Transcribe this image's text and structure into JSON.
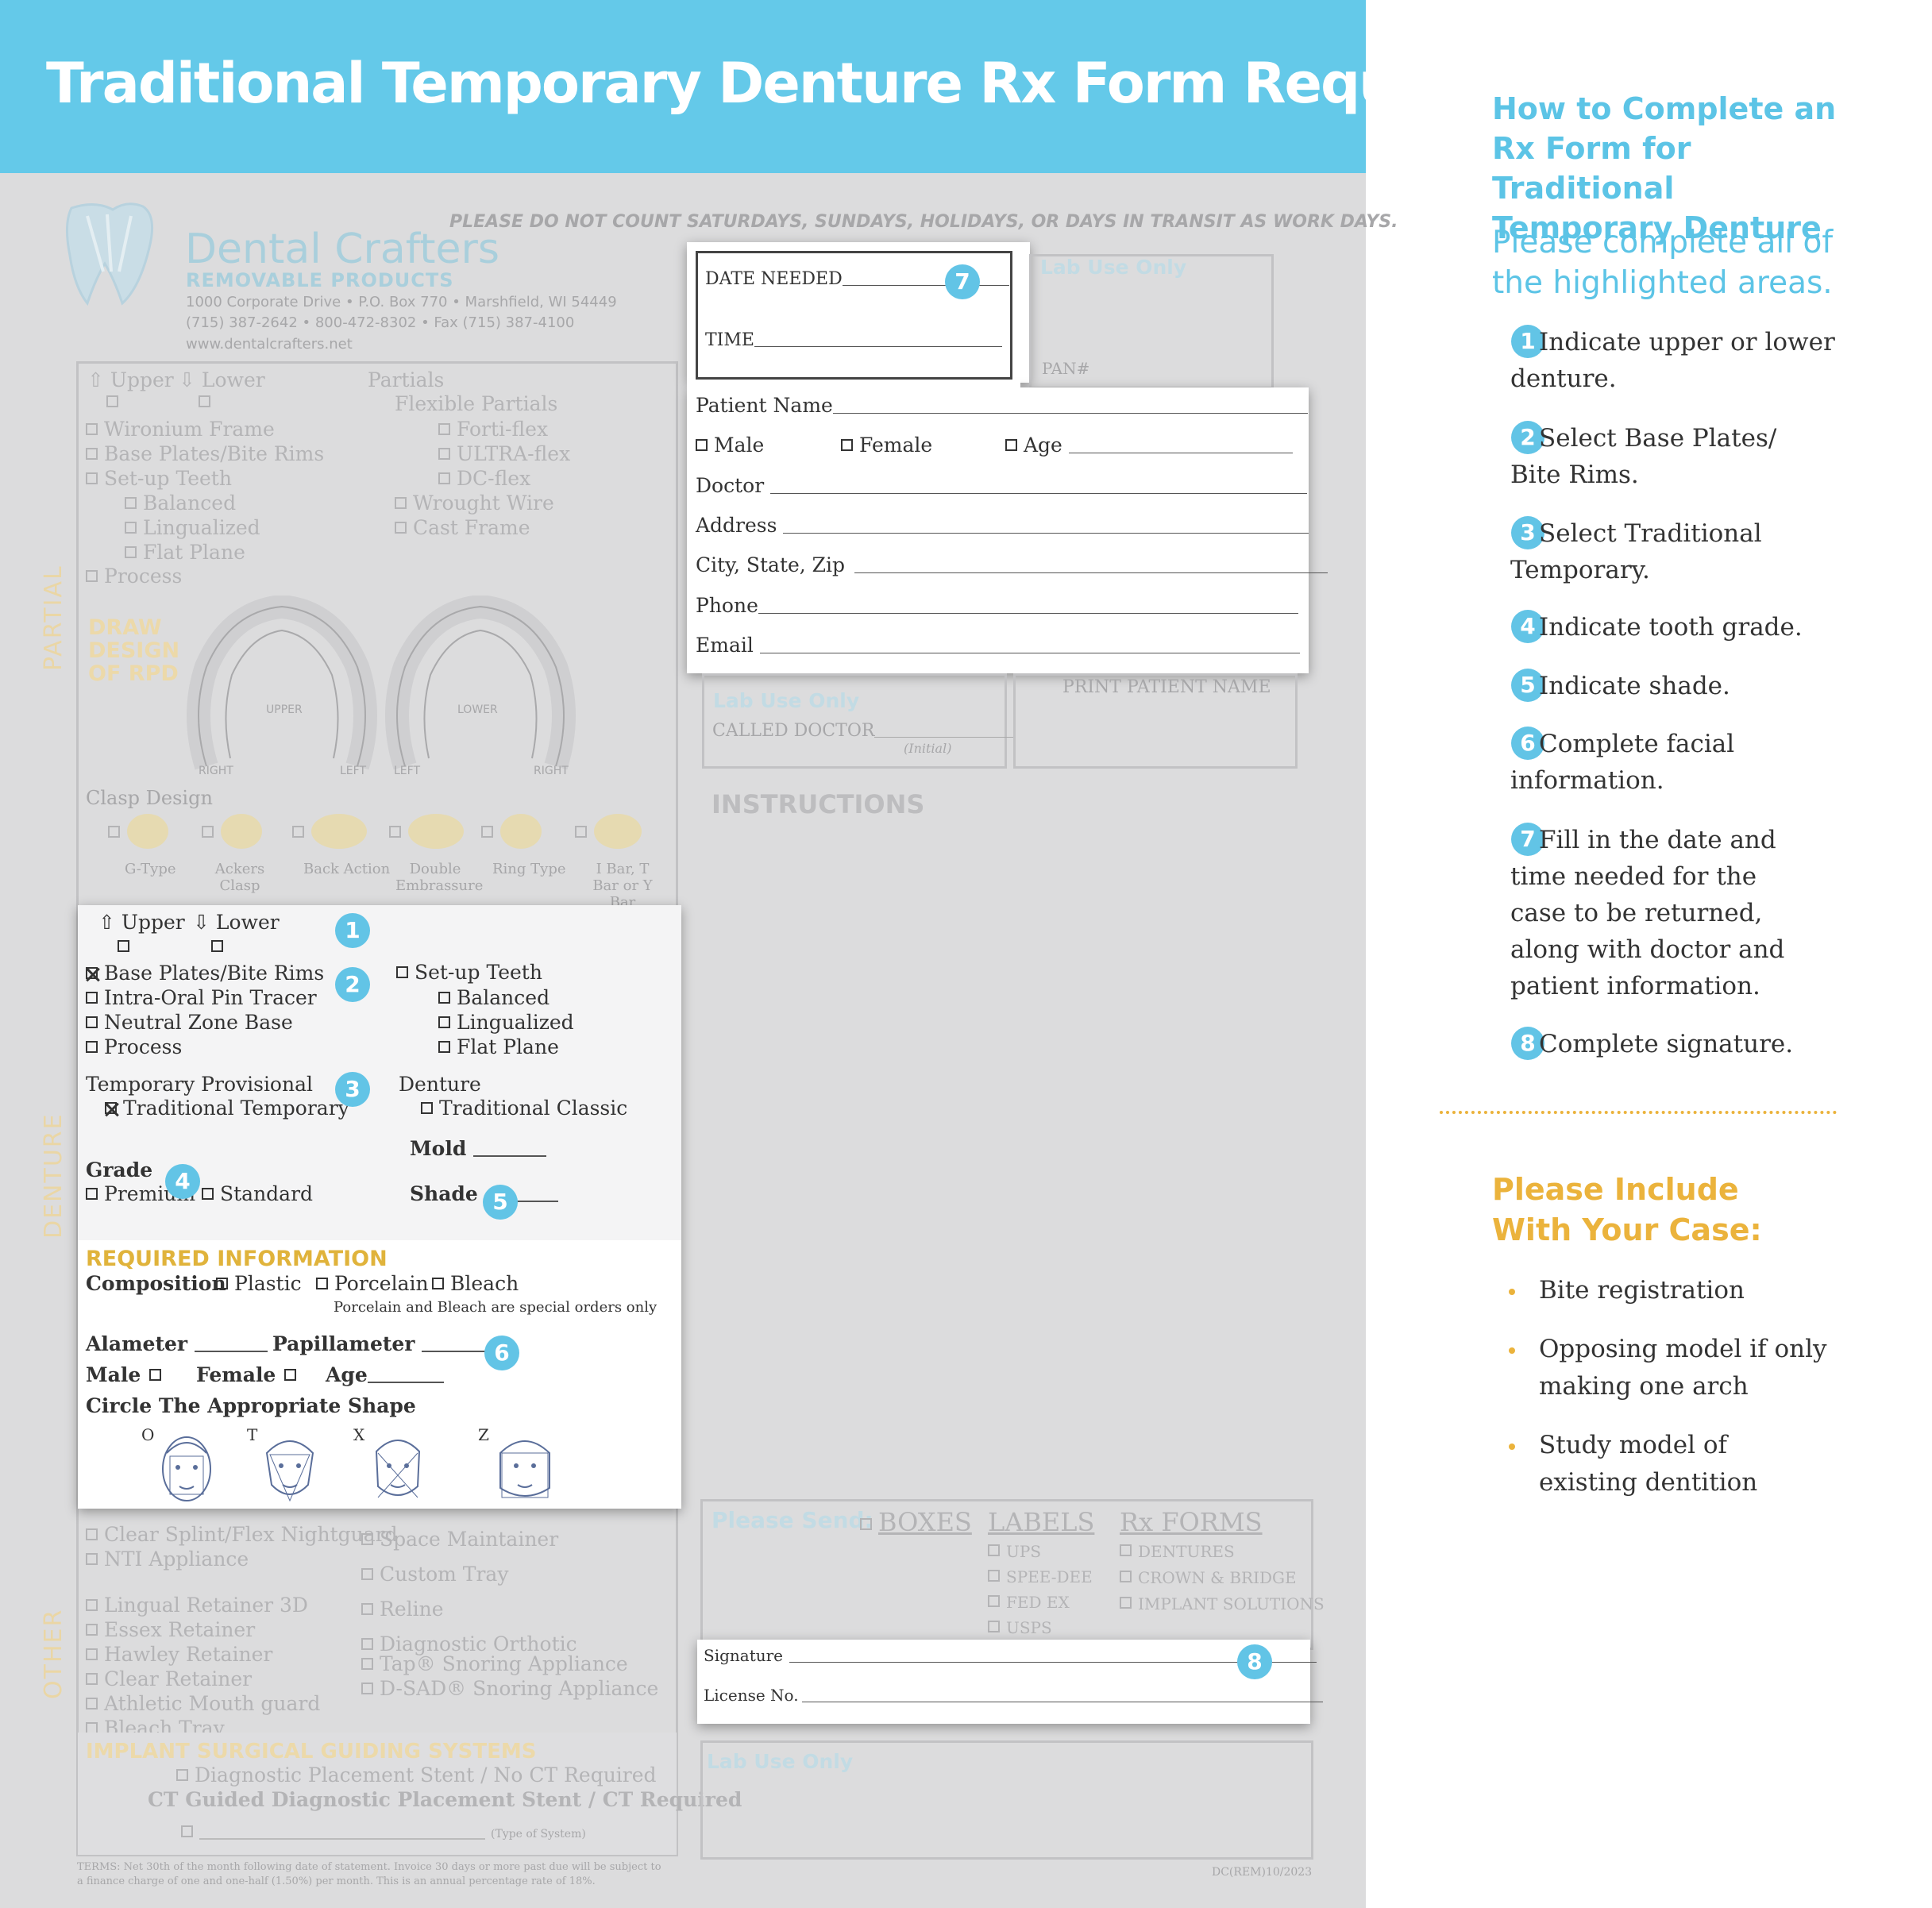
{
  "title": "Traditional Temporary Denture Rx Form Requirements",
  "form": {
    "notice": "PLEASE DO NOT COUNT SATURDAYS, SUNDAYS, HOLIDAYS, OR DAYS IN TRANSIT AS WORK DAYS.",
    "company": {
      "name": "Dental Crafters",
      "division": "REMOVABLE PRODUCTS",
      "address": "1000 Corporate Drive  •  P.O. Box 770  •  Marshfield, WI 54449",
      "phones": "(715) 387-2642  •  800-472-8302  •  Fax (715) 387-4100",
      "web": "www.dentalcrafters.net"
    },
    "partial": {
      "section_label": "PARTIAL",
      "upper": "Upper",
      "lower": "Lower",
      "partials": "Partials",
      "flexible": "Flexible Partials",
      "left_items": [
        "Wironium Frame",
        "Base Plates/Bite Rims",
        "Set-up Teeth"
      ],
      "setup_sub": [
        "Balanced",
        "Lingualized",
        "Flat Plane"
      ],
      "process": "Process",
      "flex_items": [
        "Forti-flex",
        "ULTRA-flex",
        "DC-flex"
      ],
      "other_items": [
        "Wrought Wire",
        "Cast Frame"
      ],
      "draw": [
        "DRAW",
        "DESIGN",
        "OF RPD"
      ],
      "upper_arch": "UPPER",
      "lower_arch": "LOWER",
      "right": "RIGHT",
      "left": "LEFT",
      "clasp_design": "Clasp Design",
      "clasps": [
        "G-Type",
        "Ackers Clasp",
        "Back Action",
        "Double Embrassure",
        "Ring Type",
        "I Bar, T Bar or Y Bar"
      ]
    },
    "denture": {
      "section_label": "DENTURE",
      "upper": "Upper",
      "lower": "Lower",
      "col1": [
        "Base Plates/Bite Rims",
        "Intra-Oral Pin Tracer",
        "Neutral Zone Base",
        "Process"
      ],
      "setup": "Set-up Teeth",
      "setup_sub": [
        "Balanced",
        "Lingualized",
        "Flat Plane"
      ],
      "temp_prov": "Temporary Provisional",
      "trad_temp": "Traditional Temporary",
      "denture_hdr": "Denture",
      "trad_classic": "Traditional Classic",
      "mold": "Mold",
      "grade": "Grade",
      "premium": "Premium",
      "standard": "Standard",
      "shade": "Shade",
      "required": "REQUIRED INFORMATION",
      "composition": "Composition",
      "comp_options": [
        "Plastic",
        "Porcelain",
        "Bleach"
      ],
      "comp_note": "Porcelain and Bleach are special orders only",
      "alameter": "Alameter",
      "papillameter": "Papillameter",
      "male": "Male",
      "female": "Female",
      "age": "Age",
      "circle_shape": "Circle The Appropriate Shape",
      "shapes": [
        "O",
        "T",
        "X",
        "Z"
      ]
    },
    "other": {
      "section_label": "OTHER",
      "col1": [
        "Clear Splint/Flex Nightguard",
        "NTI Appliance",
        "Lingual Retainer 3D",
        "Essex Retainer",
        "Hawley Retainer",
        "Clear Retainer",
        "Athletic Mouth guard",
        "Bleach Tray"
      ],
      "col2": [
        "Space Maintainer",
        "Custom Tray",
        "Reline",
        "Diagnostic Orthotic",
        "Tap® Snoring Appliance",
        "D-SAD® Snoring Appliance"
      ]
    },
    "implant": {
      "title": "IMPLANT SURGICAL GUIDING SYSTEMS",
      "line1": "Diagnostic Placement Stent / No CT Required",
      "line2": "CT Guided Diagnostic Placement Stent / CT Required",
      "type": "(Type of System)"
    },
    "terms": "TERMS: Net 30th of the month following date of statement. Invoice 30 days or more past due will be subject to a finance charge of one and one-half (1.50%) per month. This is an annual percentage rate of 18%.",
    "form_code": "DC(REM)10/2023",
    "date_needed": "DATE NEEDED",
    "time": "TIME",
    "lab_use": "Lab Use Only",
    "pan": "PAN#",
    "patient": {
      "name": "Patient Name",
      "male": "Male",
      "female": "Female",
      "age": "Age",
      "doctor": "Doctor",
      "address": "Address",
      "city": "City, State, Zip",
      "phone": "Phone",
      "email": "Email"
    },
    "called_doctor": "CALLED DOCTOR",
    "initial": "(Initial)",
    "print_patient": "PRINT  PATIENT  NAME",
    "instructions": "INSTRUCTIONS",
    "send": {
      "label": "Please Send:",
      "boxes": "BOXES",
      "labels": "LABELS",
      "label_items": [
        "UPS",
        "SPEE-DEE",
        "FED EX",
        "USPS"
      ],
      "rx": "Rx FORMS",
      "rx_items": [
        "DENTURES",
        "CROWN & BRIDGE",
        "IMPLANT SOLUTIONS"
      ]
    },
    "signature": "Signature",
    "license": "License No.",
    "badges": [
      "1",
      "2",
      "3",
      "4",
      "5",
      "6",
      "7",
      "8"
    ]
  },
  "guide": {
    "heading": "How to Complete an Rx Form for Traditional Temporary Denture",
    "subheading": "Please complete all of the highlighted areas.",
    "steps": [
      {
        "n": "1",
        "text": "Indicate upper or lower denture."
      },
      {
        "n": "2",
        "text": "Select Base Plates/ Bite Rims."
      },
      {
        "n": "3",
        "text": "Select Traditional Temporary."
      },
      {
        "n": "4",
        "text": "Indicate tooth grade."
      },
      {
        "n": "5",
        "text": "Indicate shade."
      },
      {
        "n": "6",
        "text": "Complete facial information."
      },
      {
        "n": "7",
        "text": "Fill in the date and time needed for the case to be returned, along with doctor and patient information."
      },
      {
        "n": "8",
        "text": "Complete signature."
      }
    ],
    "include_heading": "Please Include With Your Case:",
    "include_items": [
      "Bite registration",
      "Opposing model if only making one arch",
      "Study model of existing dentition"
    ]
  },
  "colors": {
    "header": "#64c9e9",
    "accent_blue": "#5cc4e6",
    "accent_gold": "#ebb33c",
    "form_bg": "#dcdcdd"
  }
}
